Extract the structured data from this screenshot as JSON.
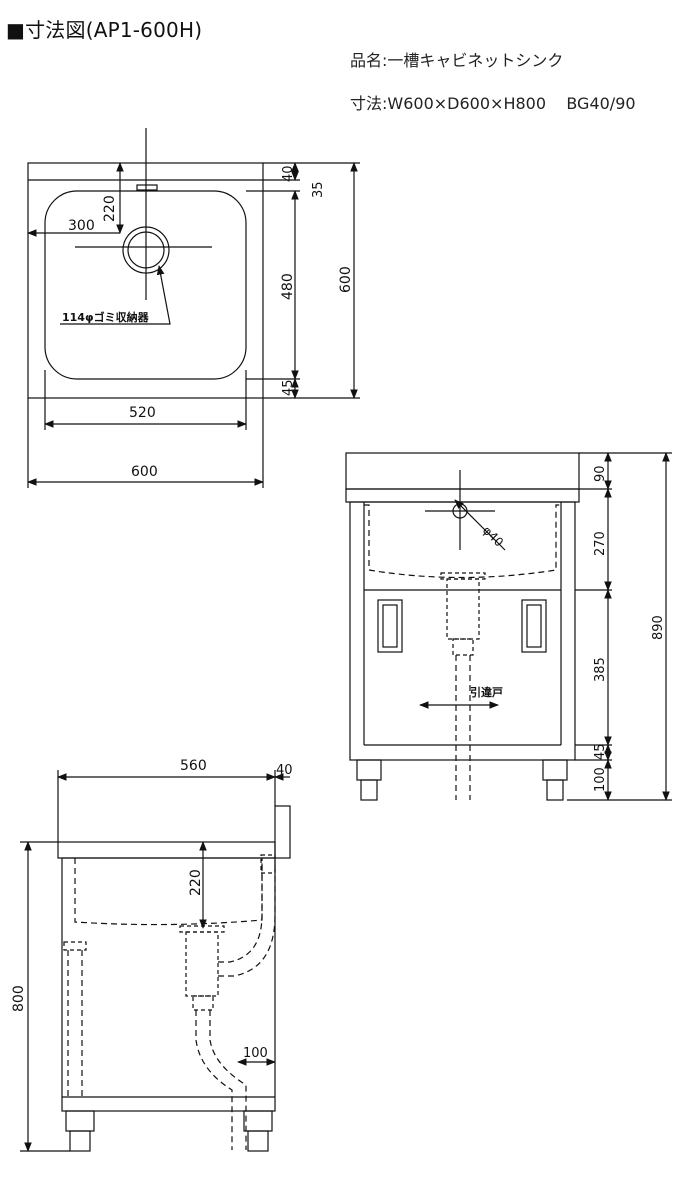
{
  "title": "■寸法図(AP1-600H)",
  "product_name": {
    "label": "品名:",
    "value": "一槽キャビネットシンク"
  },
  "dimensions_spec": {
    "label": "寸法:",
    "value": "W600×D600×H800    BG40/90"
  },
  "top_view": {
    "dim_300": "300",
    "dim_220": "220",
    "dim_40": "40",
    "dim_35": "35",
    "dim_480": "480",
    "dim_600_h": "600",
    "dim_45": "45",
    "dim_520": "520",
    "dim_600_w": "600",
    "drain_label": "114φゴミ収納器"
  },
  "front_view": {
    "dim_90": "90",
    "dim_270": "270",
    "dim_385": "385",
    "dim_45": "45",
    "dim_100": "100",
    "dim_890": "890",
    "faucet_label": "φ40",
    "door_label": "引違戸"
  },
  "side_view": {
    "dim_560": "560",
    "dim_40": "40",
    "dim_220": "220",
    "dim_800": "800",
    "dim_100": "100"
  }
}
